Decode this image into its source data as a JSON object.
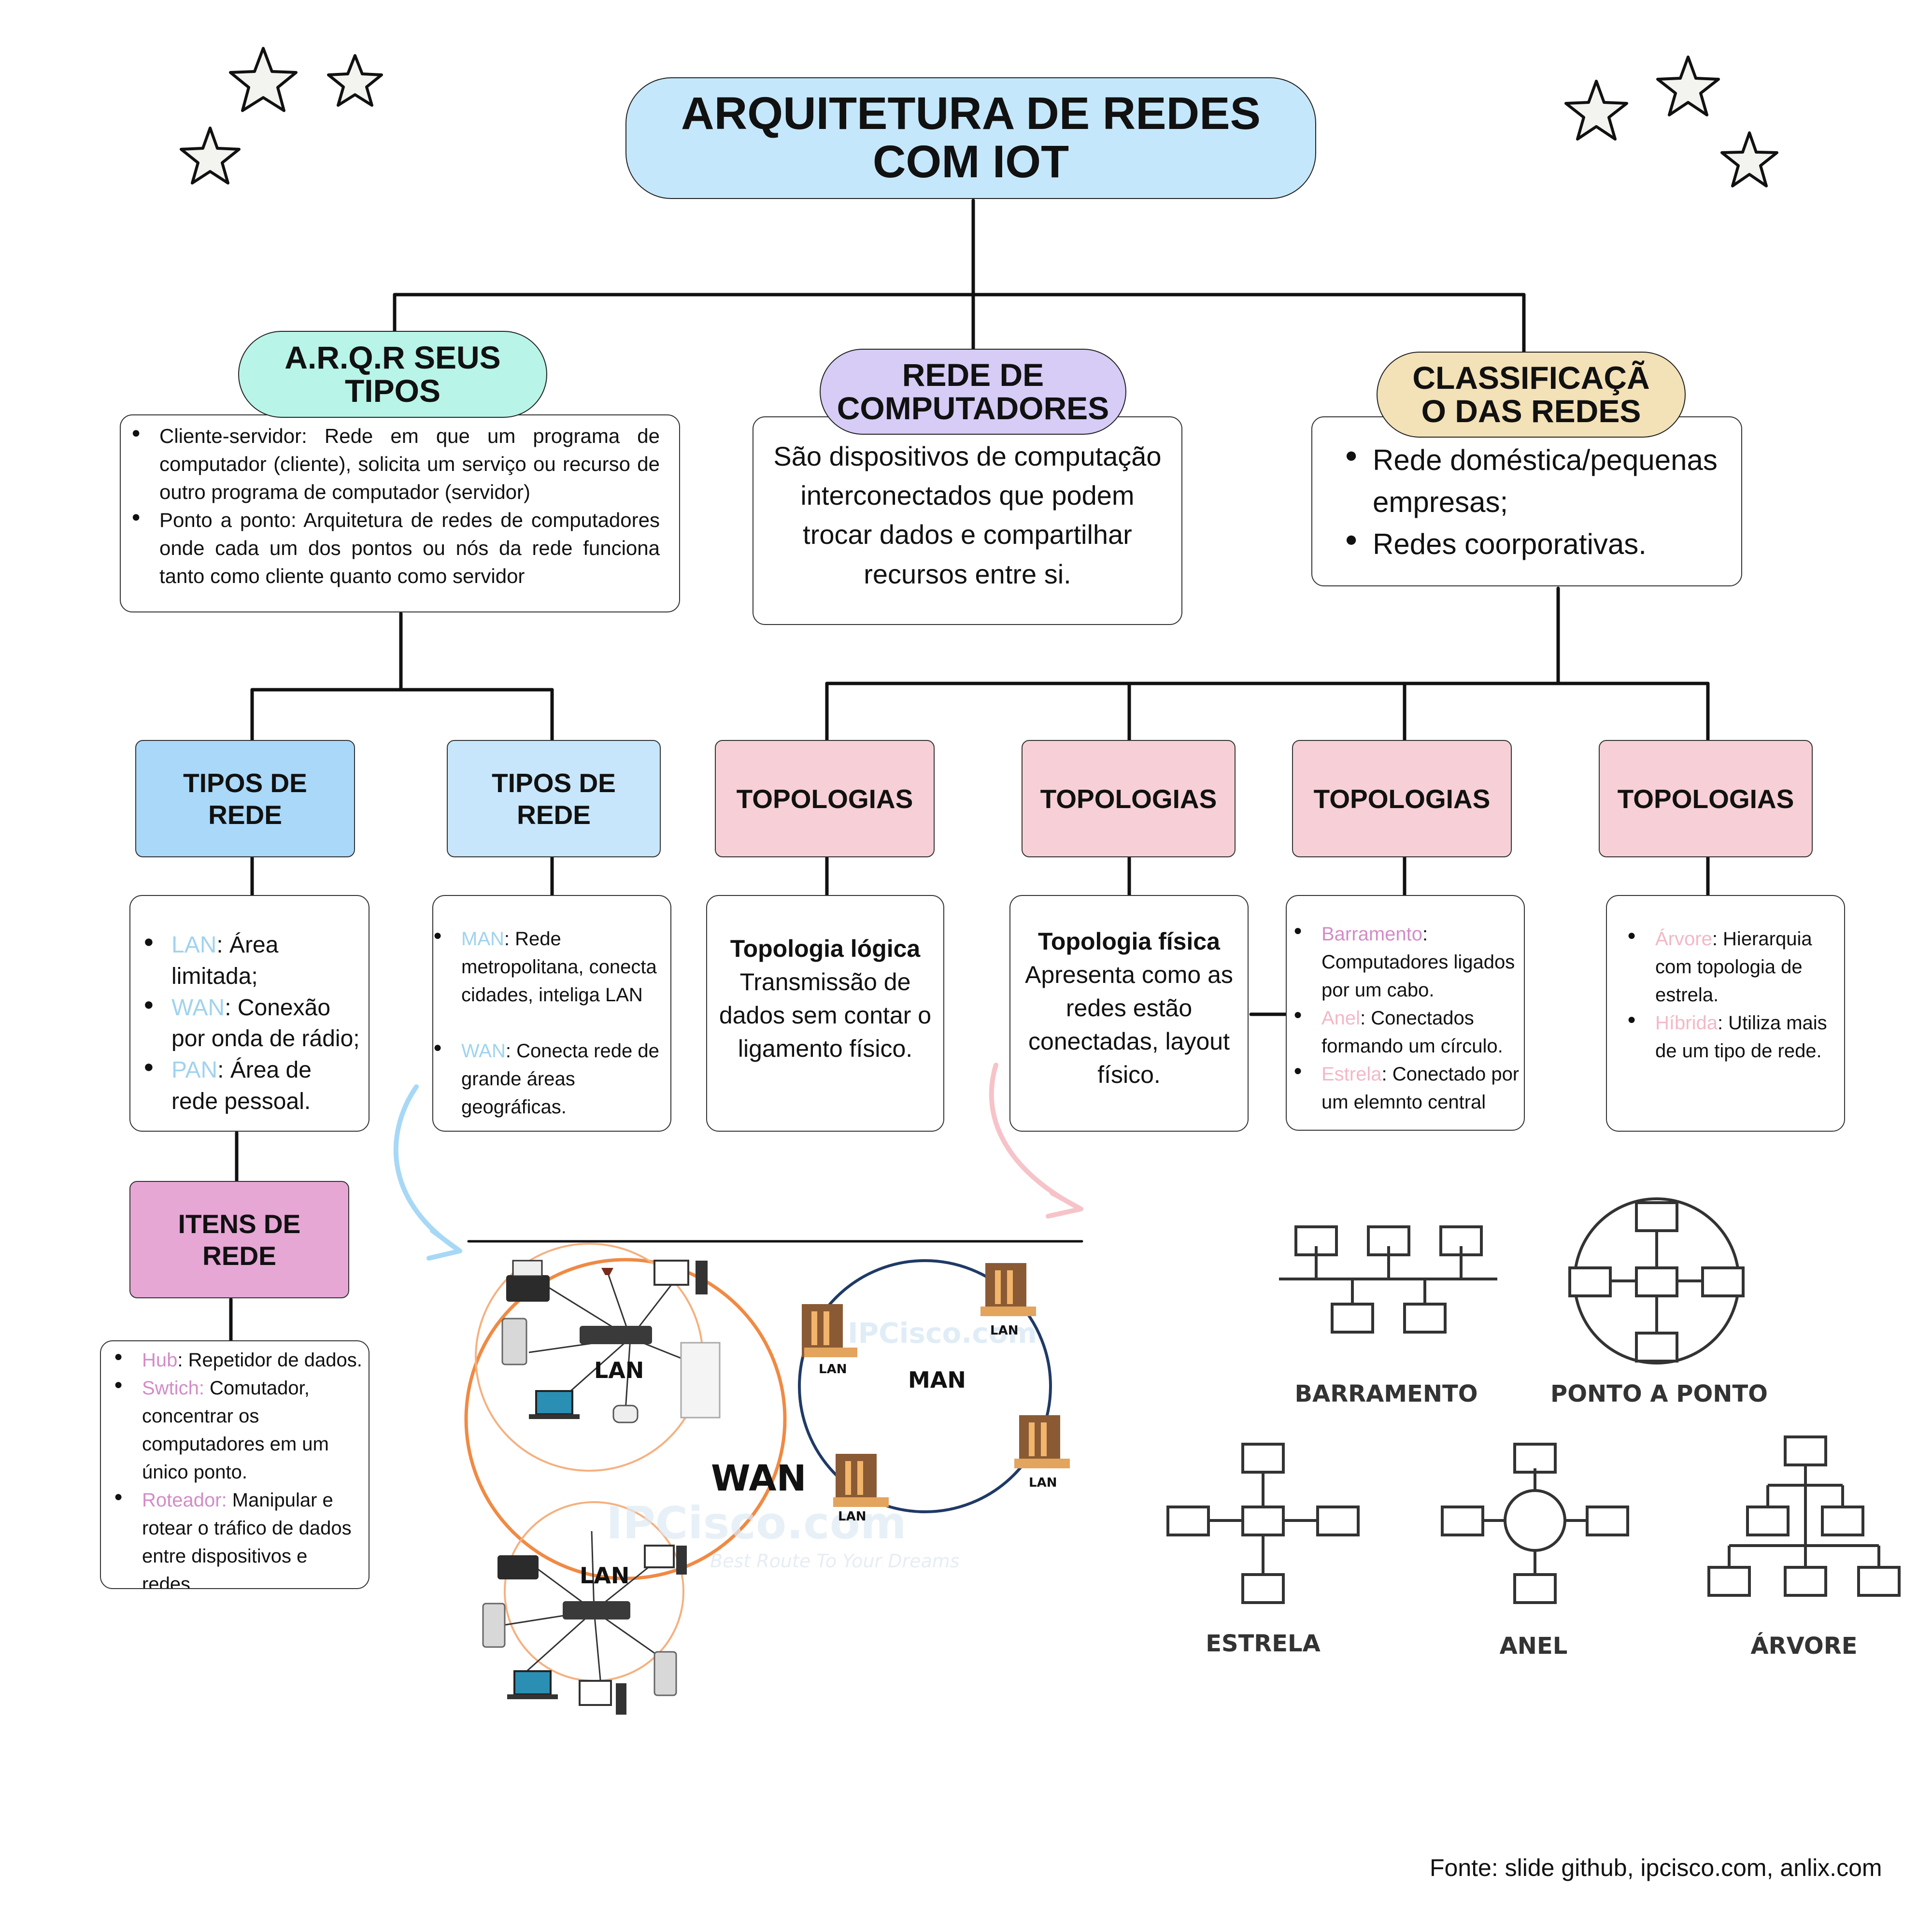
{
  "title": "ARQUITETURA DE REDES COM IOT",
  "branches": {
    "arqr": {
      "heading": "A.R.Q.R SEUS TIPOS",
      "items": [
        {
          "term": "Cliente-servidor:",
          "text": " Rede em que um programa de computador (cliente), solicita um serviço ou recurso de outro programa de computador (servidor)"
        },
        {
          "term": "Ponto a ponto:",
          "text": " Arquitetura de redes de computadores onde cada um dos pontos ou nós da rede funciona tanto como cliente quanto como servidor"
        }
      ]
    },
    "rede": {
      "heading": "REDE DE COMPUTADORES",
      "text": "São dispositivos de computação interconectados que podem trocar dados e compartilhar recursos entre si."
    },
    "classificacao": {
      "heading": "CLASSIFICAÇÃ O DAS REDES",
      "items": [
        "Rede doméstica/pequenas empresas;",
        "Redes coorporativas."
      ]
    }
  },
  "tipos1": {
    "heading": "TIPOS DE REDE",
    "items": [
      {
        "term": "LAN",
        "text": ": Área limitada;"
      },
      {
        "term": "WAN",
        "text": ": Conexão por onda de rádio;"
      },
      {
        "term": "PAN",
        "text": ": Área de rede pessoal."
      }
    ]
  },
  "tipos2": {
    "heading": "TIPOS DE REDE",
    "items": [
      {
        "term": "MAN",
        "text": ": Rede metropolitana, conecta cidades, inteliga LAN"
      },
      {
        "term": "WAN",
        "text": ": Conecta rede de grande áreas geográficas."
      }
    ]
  },
  "topologias": [
    {
      "heading": "TOPOLOGIAS",
      "bold": "Topologia lógica",
      "text": "Transmissão de dados sem contar o ligamento físico."
    },
    {
      "heading": "TOPOLOGIAS",
      "bold": "Topologia física",
      "text": "Apresenta como as redes estão conectadas, layout físico."
    },
    {
      "heading": "TOPOLOGIAS",
      "items": [
        {
          "term": "Barramento",
          "text": ": Computadores ligados por um cabo."
        },
        {
          "term": "Anel",
          "text": ": Conectados formando um círculo."
        },
        {
          "term": "Estrela",
          "text": ": Conectado por um elemnto central"
        }
      ]
    },
    {
      "heading": "TOPOLOGIAS",
      "items": [
        {
          "term": "Árvore",
          "text": ": Hierarquia com topologia de estrela."
        },
        {
          "term": "Híbrida",
          "text": ": Utiliza mais de um tipo de rede."
        }
      ]
    }
  ],
  "itens": {
    "heading": "ITENS DE REDE",
    "items": [
      {
        "term": "Hub",
        "text": ": Repetidor de dados."
      },
      {
        "term": "Swtich:",
        "text": " Comutador, concentrar os computadores em um único ponto."
      },
      {
        "term": "Roteador:",
        "text": " Manipular e rotear o tráfico de dados entre dispositivos e redes."
      }
    ]
  },
  "network_image": {
    "lan": "LAN",
    "man": "MAN",
    "wan": "WAN",
    "watermark": "IPCisco.com",
    "watermark_tagline": "Best Route To Your Dreams"
  },
  "topology_image": {
    "barramento": "BARRAMENTO",
    "ponto": "PONTO A PONTO",
    "estrela": "ESTRELA",
    "anel": "ANEL",
    "arvore": "ÁRVORE"
  },
  "footer": "Fonte: slide github, ipcisco.com, anlix.com",
  "colors": {
    "title_fill": "#c5e7fb",
    "arqr_fill": "#b8f4e8",
    "rede_fill": "#d6ccf6",
    "class_fill": "#f3e1b7",
    "tipos1_fill": "#aad8f8",
    "tipos2_fill": "#c7e6fb",
    "topo_fill": "#f6d0d6",
    "itens_fill": "#e6a7d5",
    "wan_ring": "#f08a44",
    "man_ring": "#1f3a66"
  }
}
